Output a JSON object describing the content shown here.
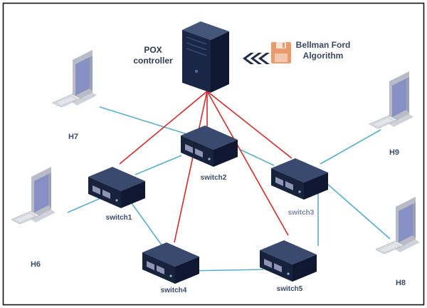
{
  "controller": {
    "name_line1": "POX",
    "name_line2": "controller",
    "icon": "server-tower-icon"
  },
  "algorithm": {
    "line1": "Bellman Ford",
    "line2": "Algorithm",
    "icon": "floppy-disk-icon",
    "arrow_icon": "chevron-arrows-icon"
  },
  "switches": {
    "s1": "switch1",
    "s2": "switch2",
    "s3": "switch3",
    "s4": "switch4",
    "s5": "switch5"
  },
  "hosts": {
    "h6": "H6",
    "h7": "H7",
    "h8": "H8",
    "h9": "H9"
  },
  "colors": {
    "border": "#111111",
    "control_link": "#d42a2a",
    "data_link": "#5aaec5",
    "switch_body": "#1c2a4a",
    "server_body": "#1a2744",
    "floppy": "#e99a6e",
    "chevron": "#1f2b47",
    "monitor_screen": "#8790c2"
  }
}
